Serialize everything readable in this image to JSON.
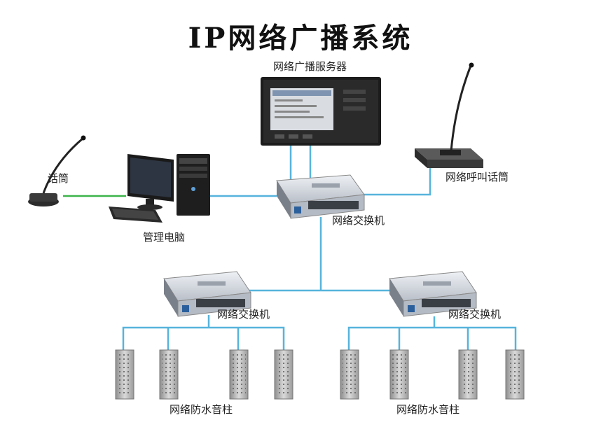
{
  "title": "IP网络广播系统",
  "nodes": {
    "server": "网络广播服务器",
    "mic": "话筒",
    "pc": "管理电脑",
    "paging_mic": "网络呼叫话筒",
    "core_switch": "网络交换机",
    "left_switch": "网络交换机",
    "right_switch": "网络交换机",
    "left_speakers": "网络防水音柱",
    "right_speakers": "网络防水音柱"
  },
  "colors": {
    "network_line": "#56b4dc",
    "mic_line": "#3cb44a",
    "device_dark": "#1c1c1c",
    "switch_silver": "#c9ced6"
  },
  "icons": [
    "microphone-icon",
    "computer-icon",
    "server-icon",
    "paging-microphone-icon",
    "switch-icon",
    "column-speaker-icon"
  ]
}
